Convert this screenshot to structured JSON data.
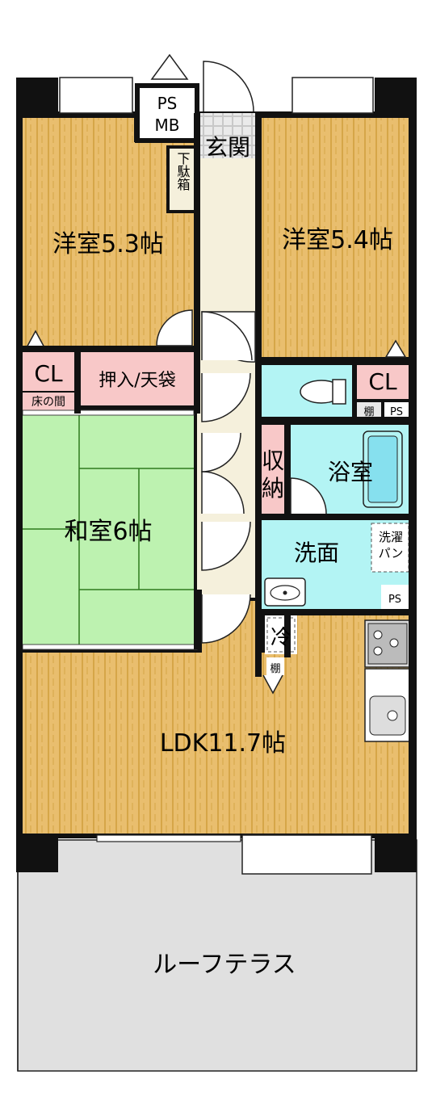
{
  "rooms": {
    "western_left": "洋室5.3帖",
    "western_right": "洋室5.4帖",
    "entrance": "玄関",
    "shoe_box": "下駄箱",
    "ps_mb_top": "PS",
    "ps_mb_bottom": "MB",
    "closet_left": "CL",
    "alcove": "床の間",
    "oshiire": "押入/天袋",
    "closet_right": "CL",
    "shelf_toilet": "棚",
    "ps_toilet": "PS",
    "storage_top": "収",
    "storage_bottom": "納",
    "bathroom": "浴室",
    "japanese": "和室6帖",
    "washroom": "洗面",
    "laundry_top": "洗濯",
    "laundry_bottom": "パン",
    "ps_wash": "PS",
    "fridge": "冷",
    "shelf_kitchen": "棚",
    "ldk": "LDK11.7帖",
    "terrace": "ルーフテラス"
  },
  "colors": {
    "wood": "#E9BE6E",
    "wood_stripe": "#C9962E",
    "tatami": "#BDF2B0",
    "tatami_line": "#2E7A1E",
    "wet": "#B3F4F4",
    "corridor": "#F5F0DC",
    "closet_pink": "#F8C8C8",
    "terrace": "#E0E0E0",
    "wall": "#111111"
  }
}
